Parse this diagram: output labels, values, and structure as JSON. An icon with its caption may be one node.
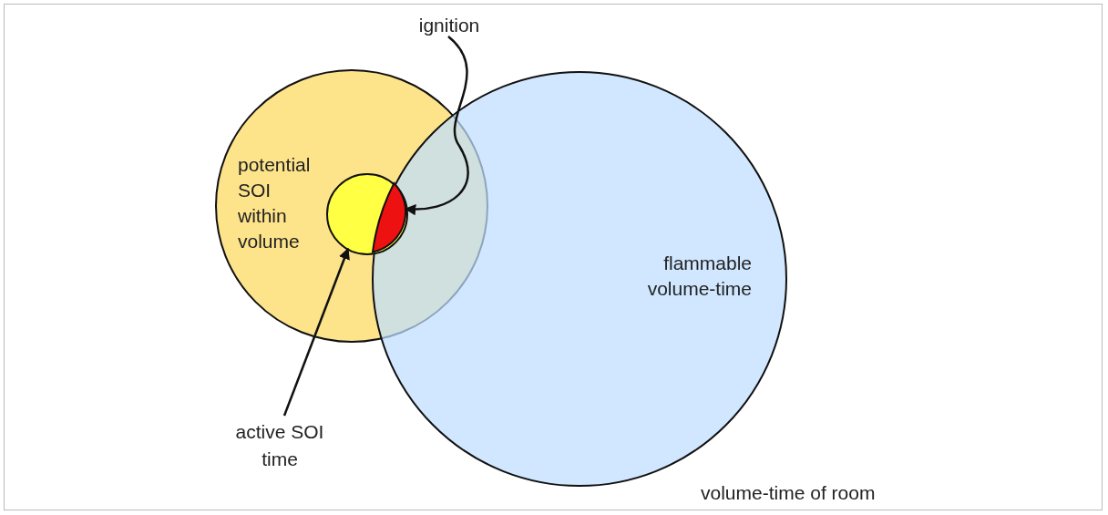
{
  "diagram": {
    "nodes": [
      {
        "text": [
          "volume-time of room"
        ]
      },
      {
        "text": [
          "potential SOI within volume"
        ],
        "in": 0
      },
      {
        "text": [
          "flammable volume-time"
        ],
        "in": 0
      },
      {
        "text": [],
        "shape": "circle",
        "in": 1
      },
      {
        "text": [],
        "shape": "lens"
      },
      {
        "text": [
          "ignition"
        ],
        "in": 0
      },
      {
        "text": [
          "active SOI time"
        ],
        "in": 0
      }
    ],
    "edges": [
      {
        "from": 5,
        "to": 4,
        "arrow": "to"
      },
      {
        "from": 6,
        "to": 3,
        "arrow": "to"
      }
    ]
  }
}
